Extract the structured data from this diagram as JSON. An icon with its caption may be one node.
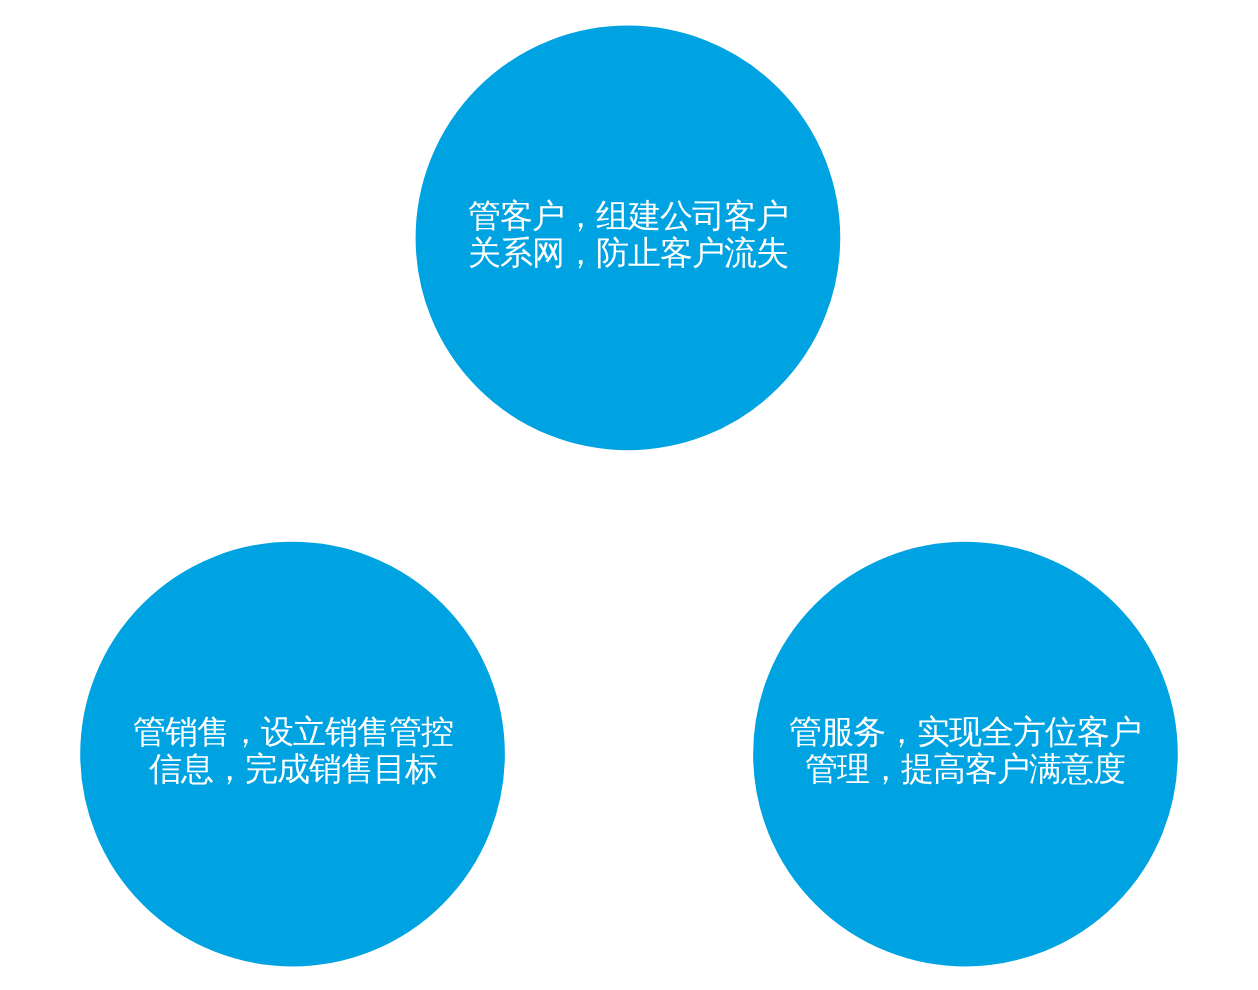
{
  "diagram": {
    "nodes": [
      {
        "text": [
          "管客户，组建公司客户关系网，防止客户流失"
        ]
      },
      {
        "text": [
          "管销售，设立销售管控信息，完成销售目标"
        ]
      },
      {
        "text": [
          "管服务，实现全方位客户管理，提高客户满意度"
        ]
      }
    ]
  }
}
